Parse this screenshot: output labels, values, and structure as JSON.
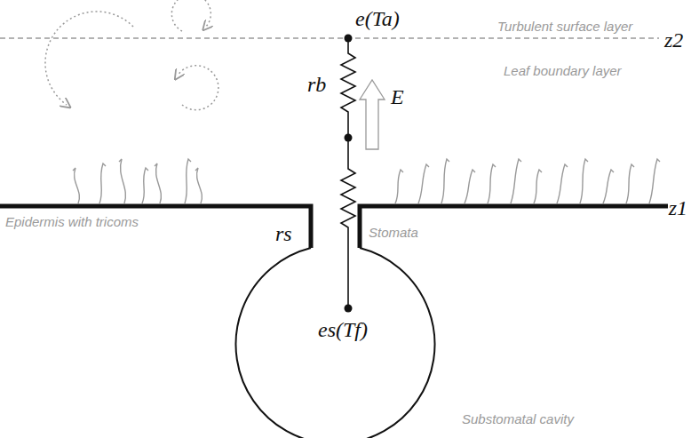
{
  "diagram": {
    "labels": [
      "Turbulent surface layer",
      "e(Ta)",
      "z2",
      "Leaf boundary layer",
      "rb",
      "E",
      "Epidermis with tricoms",
      "z1",
      "rs",
      "Stomata",
      "es(Tf)",
      "Substomatal cavity"
    ]
  }
}
